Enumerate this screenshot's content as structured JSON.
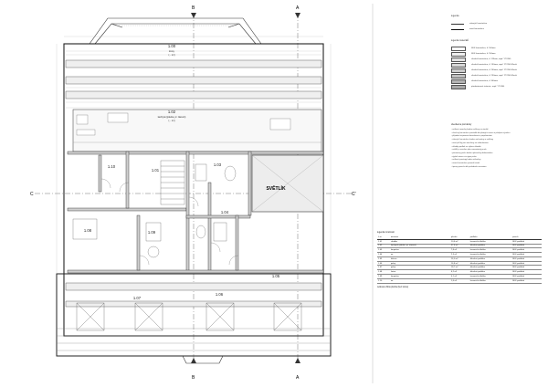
{
  "plan": {
    "rooms": [
      {
        "id": "1.00",
        "name": "krovy",
        "area": "(... m²)"
      },
      {
        "id": "1.02",
        "name": "kuchyně (jídelna, pr. zázemí)",
        "area": "(... m²)"
      },
      {
        "id": "1.01",
        "name": "",
        "area": ""
      },
      {
        "id": "1.03",
        "name": "",
        "area": ""
      },
      {
        "id": "1.04",
        "name": "",
        "area": ""
      },
      {
        "id": "1.05",
        "name": "",
        "area": ""
      },
      {
        "id": "1.06",
        "name": "",
        "area": ""
      },
      {
        "id": "1.07",
        "name": "",
        "area": ""
      },
      {
        "id": "1.08",
        "name": "",
        "area": ""
      },
      {
        "id": "1.09",
        "name": "",
        "area": ""
      },
      {
        "id": "1.10",
        "name": "",
        "area": ""
      }
    ],
    "skylight_label": "SVĚTLÍK",
    "section_markers": {
      "top_left": "B",
      "top_right": "A",
      "bottom_left": "B",
      "bottom_right": "A",
      "left": "C",
      "right": "C'"
    }
  },
  "legend": {
    "title": "legenda",
    "lines": [
      {
        "label": "stávající konstrukce",
        "style": "thin"
      },
      {
        "label": "nová konstrukce",
        "style": "thick"
      }
    ],
    "materials_title": "legenda materiálů",
    "materials": [
      {
        "label": "SDK konstrukce, tl. 100mm",
        "color": "#ffffff"
      },
      {
        "label": "SDK konstrukce, tl. 150mm",
        "color": "#eeeeee"
      },
      {
        "label": "cihelné konstrukce, tl. 115mm, např. YTONG",
        "color": "#e2e2e2"
      },
      {
        "label": "cihelné konstrukce, tl. 150mm, např. YTONG Klasik",
        "color": "#d8d8d8"
      },
      {
        "label": "cihelné konstrukce, tl. 200mm, např. YTONG Klasik",
        "color": "#cccccc"
      },
      {
        "label": "cihelné konstrukce, tl. 250mm, např. YTONG Klasik",
        "color": "#c0c0c0"
      },
      {
        "label": "cihelné konstrukce, tl. 300mm",
        "color": "#b4b4b4"
      },
      {
        "label": "pórobetonové tvárnice, např. YTONG",
        "color": "#a8a8a8"
      }
    ]
  },
  "notes": {
    "title": "všeobecné poznámky",
    "items": [
      "- veškeré rozměry budou ověřeny na stavbě",
      "- všechny konstrukce provádět dle platných norem a předpisů výrobců",
      "- případné nejasnosti konzultovat s projektantem",
      "- stávající konstrukce budou zachovány a ověřeny",
      "- nové příčky jsou navrženy ze sádrokartonu",
      "- skladby podlah viz výkres skladeb",
      "- světlík je navržen jako samostatný prvek",
      "- parametry prvků budou upřesněny dodavatelem",
      "- výplně otvorů viz výpis prvků",
      "- veškeré prostupy budou utěsněny",
      "- nosné konstrukce posoudí statik",
      "- úpravy povrchů dle požadavku investora"
    ]
  },
  "schedule": {
    "caption": "legenda místností",
    "headers": [
      "č.m.",
      "místnost",
      "plocha",
      "podlaha",
      "",
      "povrch"
    ],
    "rows": [
      [
        "1.01",
        "chodba",
        "10,6 m²",
        "keramická dlažba",
        "",
        "SDK podhled"
      ],
      [
        "1.02",
        "kuchyně (jídelna, pr. zázemí)",
        "37,4 m²",
        "dřevěná podlaha",
        "",
        "SDK podhled"
      ],
      [
        "1.03",
        "koupelna",
        "7,8 m²",
        "keramická dlažba",
        "",
        "SDK podhled"
      ],
      [
        "1.04",
        "wc",
        "2,3 m²",
        "keramická dlažba",
        "",
        "SDK podhled"
      ],
      [
        "1.05",
        "ložnice",
        "14,0 m²",
        "dřevěná podlaha",
        "",
        "SDK podhled"
      ],
      [
        "1.06",
        "pokoj",
        "16,8 m²",
        "dřevěná podlaha",
        "",
        "SDK podhled"
      ],
      [
        "1.07",
        "pokoj",
        "18,7 m²",
        "dřevěná podlaha",
        "",
        "SDK podhled"
      ],
      [
        "1.08",
        "šatna",
        "6,2 m²",
        "dřevěná podlaha",
        "",
        "SDK podhled"
      ],
      [
        "1.09",
        "koupelna",
        "4,1 m²",
        "keramická dlažba",
        "",
        "SDK podhled"
      ],
      [
        "1.10",
        "wc",
        "1,6 m²",
        "keramická dlažba",
        "",
        "SDK podhled"
      ]
    ],
    "total": "celková užitná plocha (bez krovu)"
  }
}
